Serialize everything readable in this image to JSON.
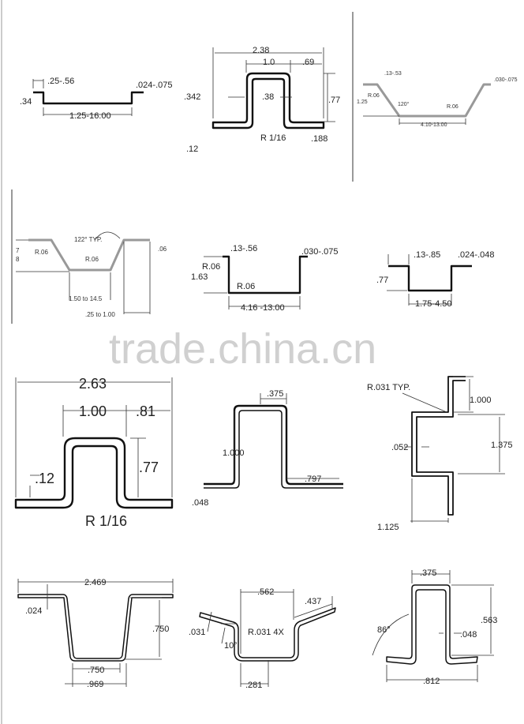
{
  "watermark": "trade.china.cn",
  "drawings": [
    {
      "labels": [
        ".25-.56",
        ".024-.075",
        ".34",
        "1.25-16.00"
      ]
    },
    {
      "labels": [
        "2.38",
        "1.0",
        ".69",
        ".342",
        ".38",
        ".77",
        "R 1/16",
        ".188",
        ".12"
      ]
    },
    {
      "labels": [
        ".13-.53",
        ".030-.075",
        "R.06",
        "1.25",
        "120°",
        "R.06",
        "4.10-13.00"
      ]
    },
    {
      "labels": [
        "122° TYP.",
        "R.06",
        "R.06",
        "7",
        "8",
        ".06",
        "1.50 to 14.5",
        ".25 to 1.00"
      ]
    },
    {
      "labels": [
        ".13-.56",
        ".030-.075",
        "R.06",
        "1.63",
        "R.06",
        "4.16 -13.00"
      ]
    },
    {
      "labels": [
        ".13-.85",
        ".024-.048",
        ".77",
        "1.75-4.50"
      ]
    },
    {
      "labels": [
        "2.63",
        "1.00",
        ".81",
        ".77",
        ".12",
        "R 1/16"
      ]
    },
    {
      "labels": [
        ".375",
        "1.000",
        ".797",
        ".048"
      ]
    },
    {
      "labels": [
        "R.031 TYP.",
        "1.000",
        ".052",
        "1.375",
        "1.125"
      ]
    },
    {
      "labels": [
        "2.469",
        ".024",
        ".750",
        ".750",
        ".969"
      ]
    },
    {
      "labels": [
        ".562",
        ".437",
        ".031",
        "R.031 4X",
        "10°",
        ".281"
      ]
    },
    {
      "labels": [
        ".375",
        "86°",
        ".048",
        ".563",
        ".812"
      ]
    }
  ]
}
